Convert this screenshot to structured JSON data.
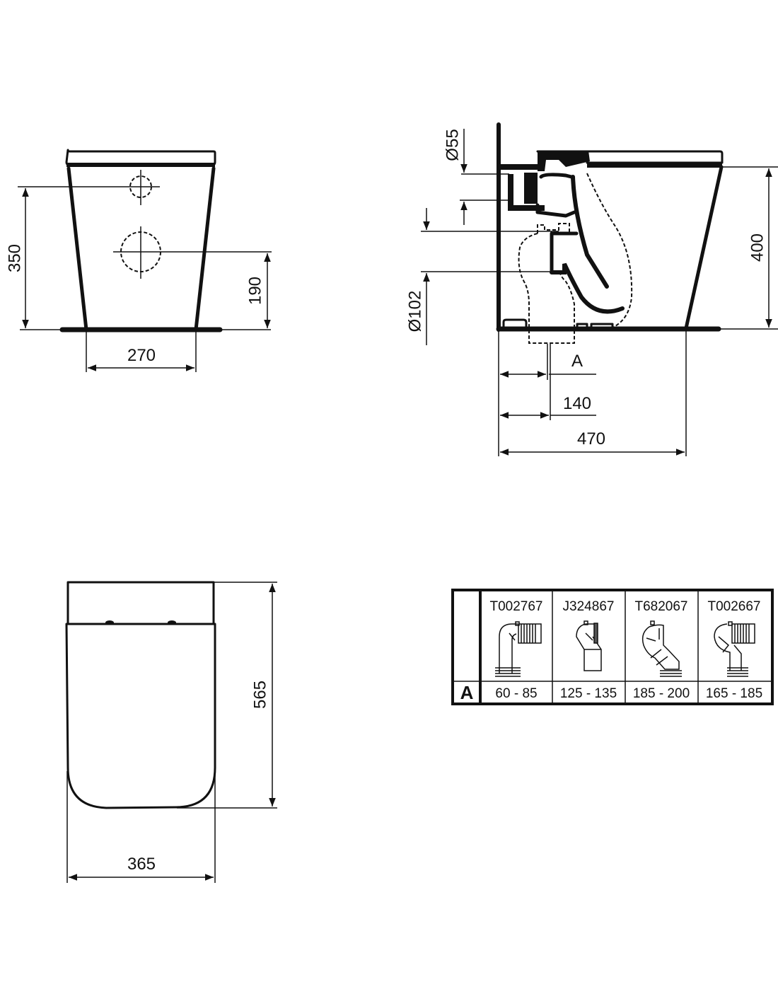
{
  "front_view": {
    "dim_height_upper_inlet": "350",
    "dim_height_outlet_center": "190",
    "dim_base_width": "270"
  },
  "side_view": {
    "dim_inlet_diameter": "Ø55",
    "dim_outlet_diameter": "Ø102",
    "dim_bowl_height": "400",
    "dim_a_label": "A",
    "dim_outlet_distance": "140",
    "dim_total_depth": "470"
  },
  "top_view": {
    "dim_depth": "565",
    "dim_width": "365"
  },
  "connector_table": {
    "row_label": "A",
    "columns": [
      {
        "code": "T002767",
        "icon": "bellows-elbow-connector-icon",
        "range": "60 - 85"
      },
      {
        "code": "J324867",
        "icon": "offset-pan-connector-icon",
        "range": "125 - 135"
      },
      {
        "code": "T682067",
        "icon": "angled-pan-connector-icon",
        "range": "185 - 200"
      },
      {
        "code": "T002667",
        "icon": "bellows-offset-connector-icon",
        "range": "165 - 185"
      }
    ]
  }
}
